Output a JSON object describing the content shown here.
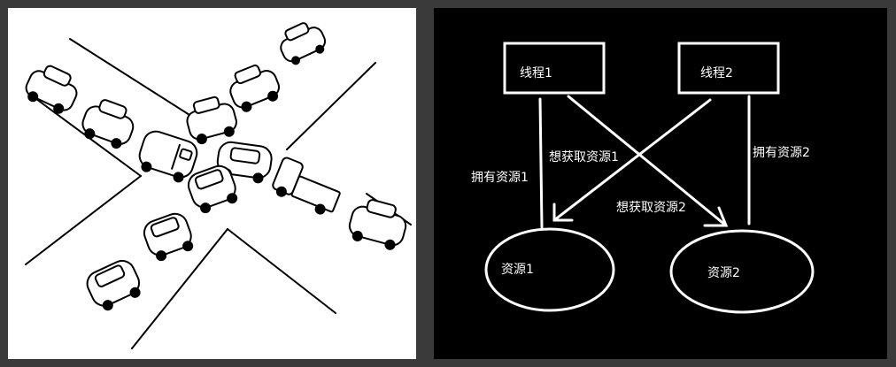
{
  "left_illustration": {
    "description_icon": "traffic-deadlock-illustration"
  },
  "diagram": {
    "thread1": "线程1",
    "thread2": "线程2",
    "resource1": "资源1",
    "resource2": "资源2",
    "edge_holds_resource1": "拥有资源1",
    "edge_wants_resource1": "想获取资源1",
    "edge_holds_resource2": "拥有资源2",
    "edge_wants_resource2": "想获取资源2"
  },
  "colors": {
    "page_bg": "#3a3a3a",
    "left_bg": "#ffffff",
    "right_bg": "#000000",
    "stroke_white": "#ffffff",
    "stroke_black": "#000000"
  }
}
